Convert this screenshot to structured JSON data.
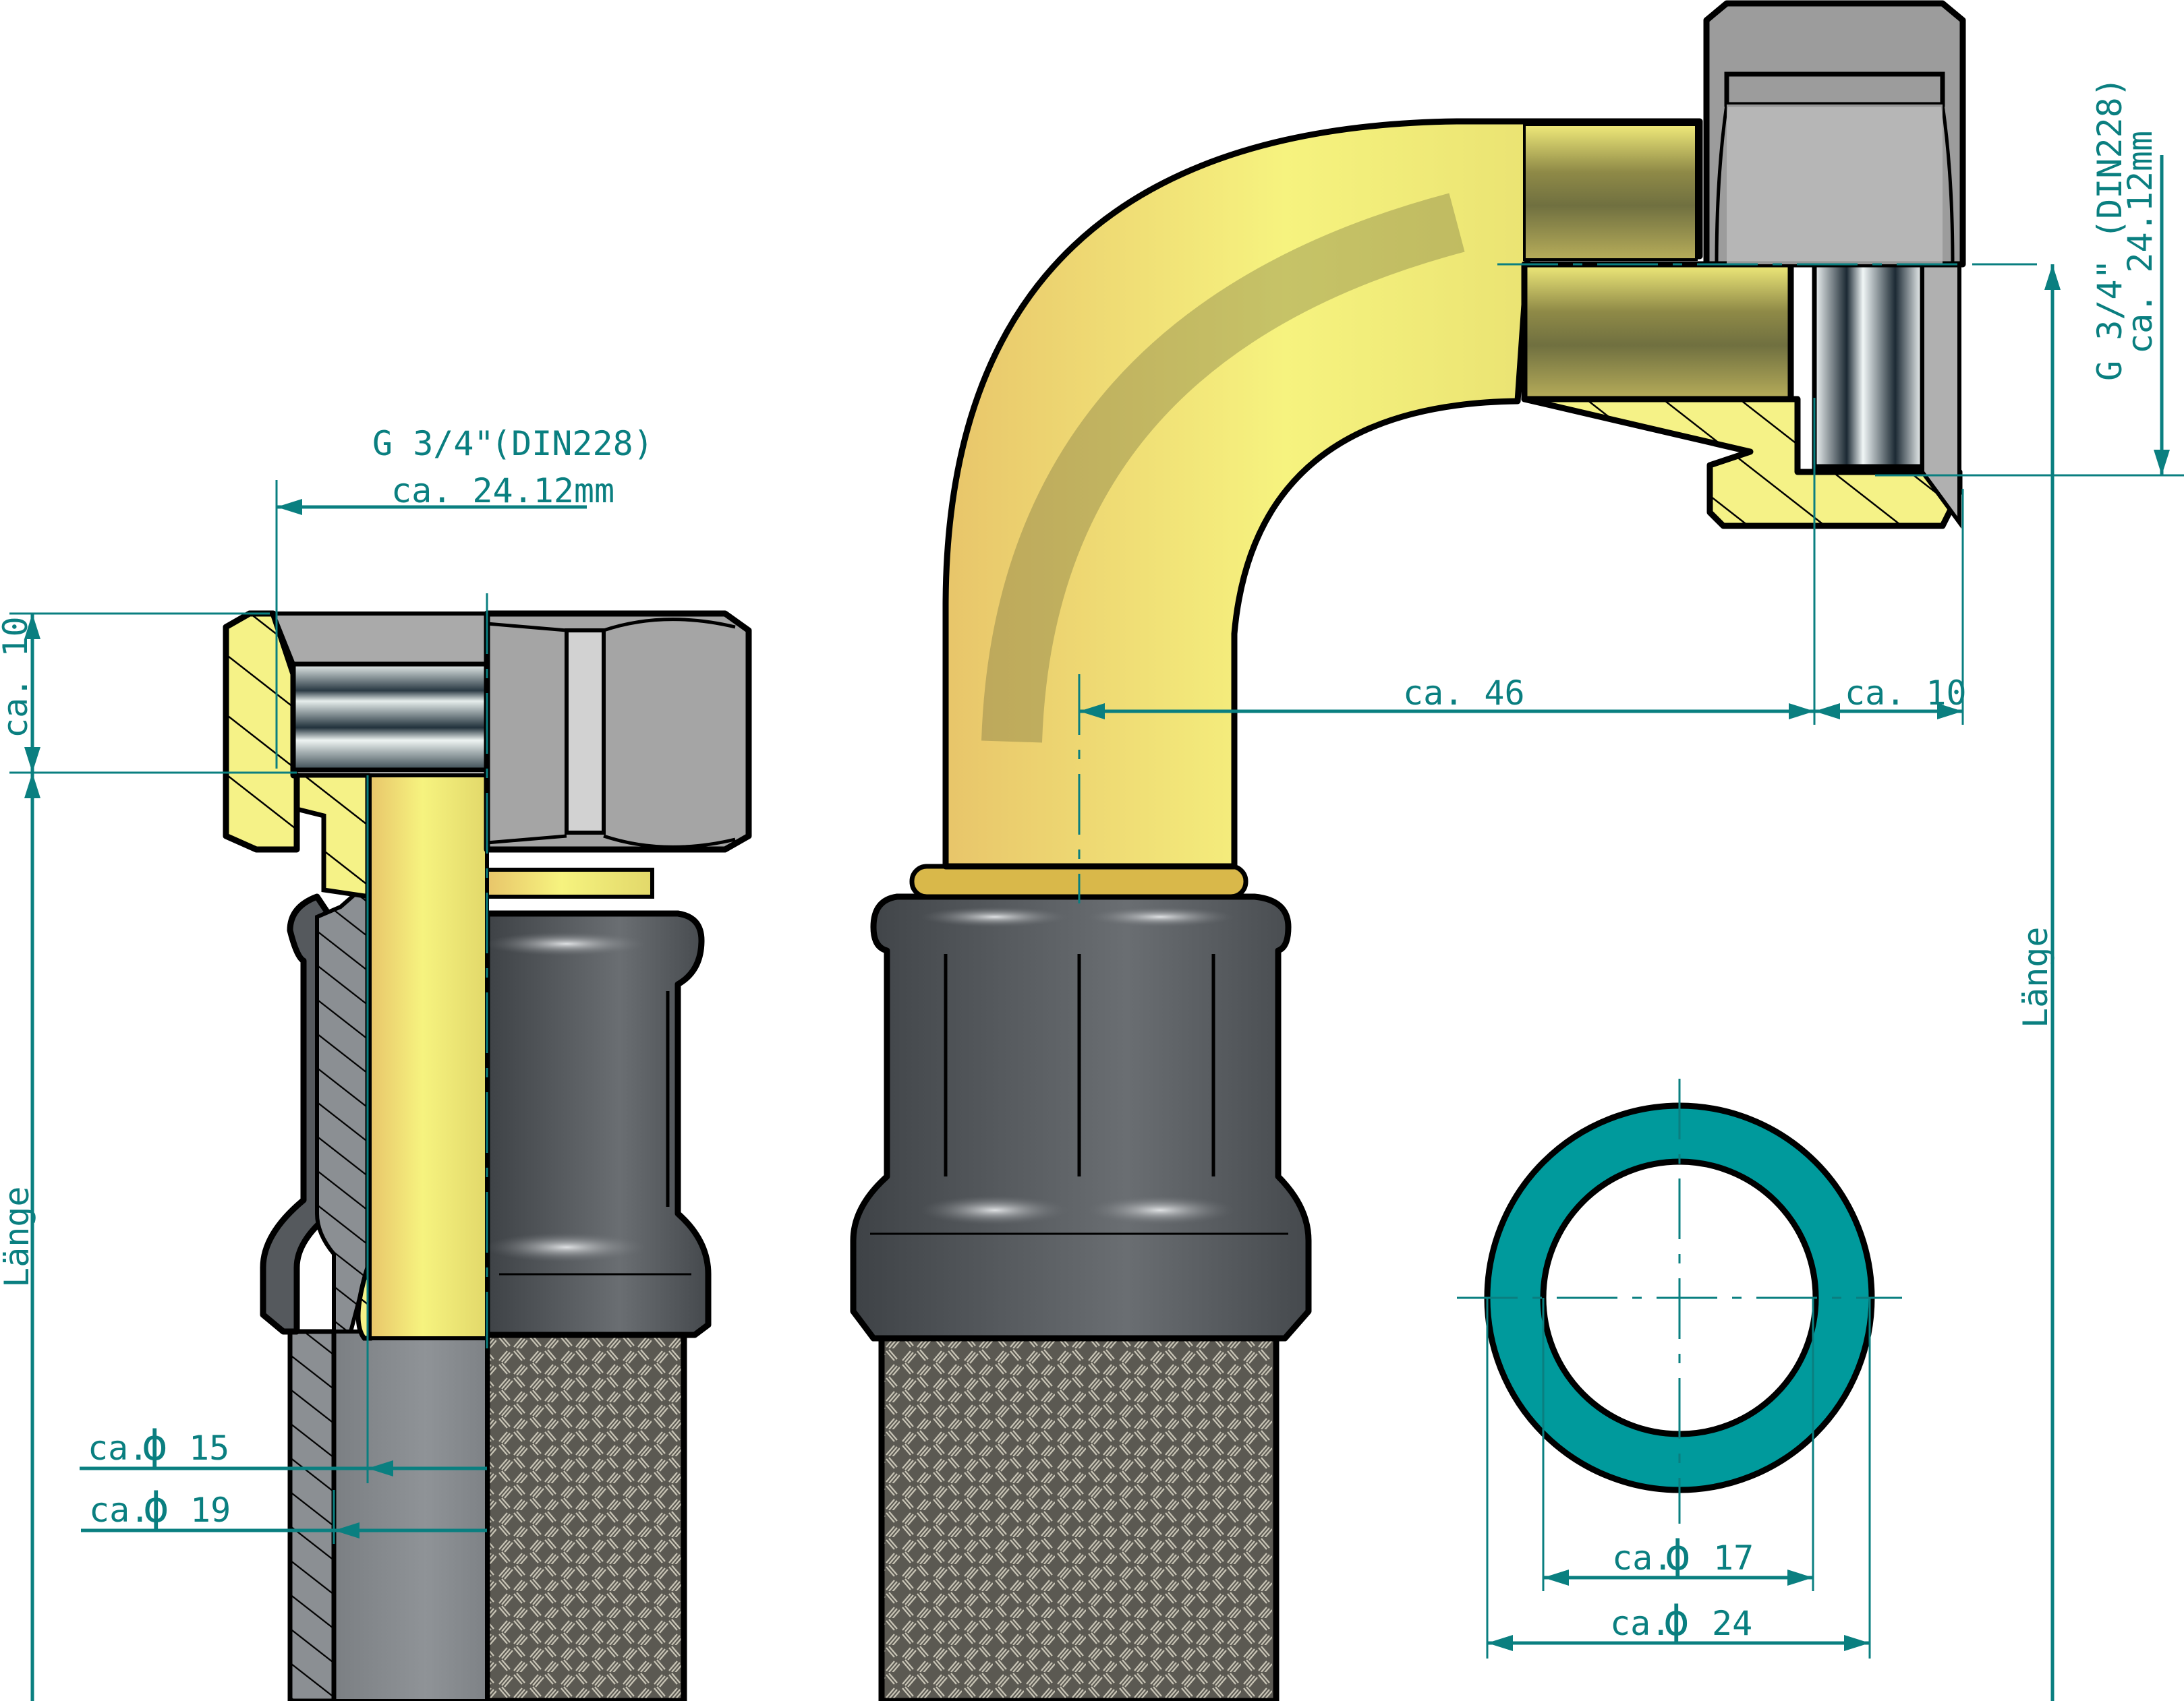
{
  "drawing": {
    "title": "Flexible braided hose with G 3/4\" union nut and 90° elbow – dimensioned drawing",
    "colors": {
      "dimension": "#0a7f80",
      "brass_section": "#f5f287",
      "brass_surface": "#e8dc6a",
      "nut_grey": "#a8a8a8",
      "press_sleeve": "#55595d",
      "braid": "#7a776e",
      "seal_ring": "#009a9c",
      "outline": "#000000"
    }
  },
  "left_view": {
    "thread_label": "G 3/4\"",
    "thread_standard": "(DIN228)",
    "thread_diameter": "ca. 24.12mm",
    "nut_height": "ca. 10",
    "length_label": "Länge",
    "inner_diameter": {
      "prefix": "ca.",
      "symbol": "ϕ",
      "value": "15"
    },
    "outer_diameter": {
      "prefix": "ca.",
      "symbol": "ϕ",
      "value": "19"
    }
  },
  "elbow_view": {
    "offset": "ca. 46",
    "nut_height": "ca. 10",
    "thread_label": "G 3/4\"",
    "thread_standard": "(DIN228)",
    "thread_diameter": "ca. 24.12mm",
    "length_label": "Länge"
  },
  "seal_view": {
    "inner_diameter": {
      "prefix": "ca.",
      "symbol": "ϕ",
      "value": "17"
    },
    "outer_diameter": {
      "prefix": "ca.",
      "symbol": "ϕ",
      "value": "24"
    }
  }
}
